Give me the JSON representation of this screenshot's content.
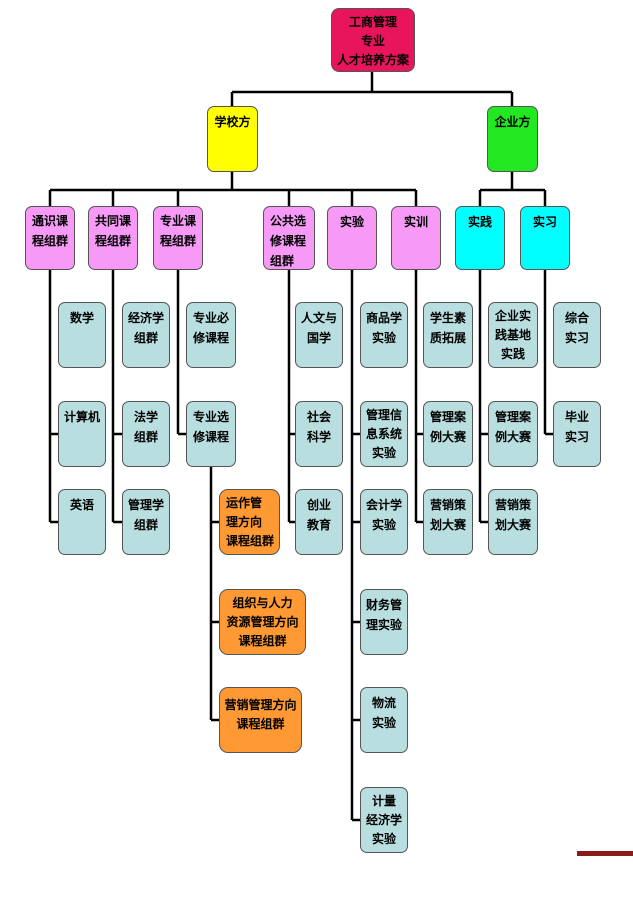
{
  "root": "工商管理\n专业\n人才培养方案",
  "school": "学校方",
  "enterprise": "企业方",
  "groups": {
    "general": "通识课\n程组群",
    "common": "共同课\n程组群",
    "major": "专业课\n程组群",
    "public_elective": "公共选\n修课程\n组群",
    "experiment": "实验",
    "training": "实训",
    "practice": "实践",
    "internship": "实习"
  },
  "general_items": [
    "数学",
    "计算机",
    "英语"
  ],
  "common_items": [
    "经济学\n组群",
    "法学\n组群",
    "管理学\n组群"
  ],
  "major_items": [
    "专业必\n修课程",
    "专业选\n修课程"
  ],
  "elective_tracks": [
    "运作管\n理方向\n课程组群",
    "组织与人力\n资源管理方向\n课程组群",
    "营销管理方向\n课程组群"
  ],
  "public_items": [
    "人文与\n国学",
    "社会\n科学",
    "创业\n教育"
  ],
  "experiment_items": [
    "商品学\n实验",
    "管理信\n息系统\n实验",
    "会计学\n实验",
    "财务管\n理实验",
    "物流\n实验",
    "计量\n经济学\n实验"
  ],
  "training_items": [
    "学生素\n质拓展",
    "管理案\n例大赛",
    "营销策\n划大赛"
  ],
  "practice_items": [
    "企业实\n践基地\n实践",
    "管理案\n例大赛",
    "营销策\n划大赛"
  ],
  "internship_items": [
    "综合\n实习",
    "毕业\n实习"
  ],
  "colors": {
    "root": "#e8145c",
    "school": "#ffff00",
    "enterprise": "#22e822",
    "group_school": "#f79af7",
    "group_enterprise": "#00ffff",
    "leaf": "#b9dedf",
    "track": "#ff9933"
  }
}
